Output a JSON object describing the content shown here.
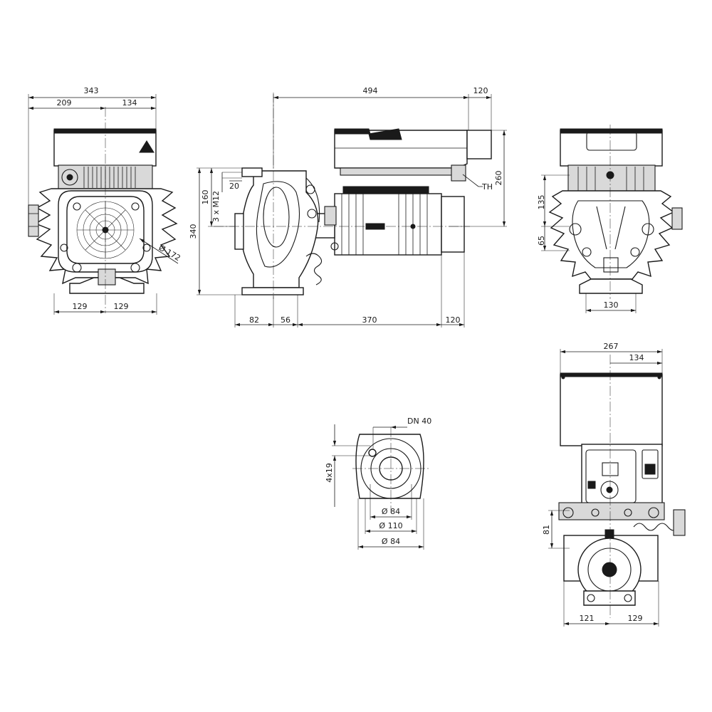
{
  "dimensions": {
    "front": {
      "total_width": "343",
      "left_width": "209",
      "right_width": "134",
      "base_left": "129",
      "base_right": "129",
      "diameter": "Ø 172"
    },
    "side": {
      "top_length": "494",
      "top_right": "120",
      "height_total": "340",
      "height_upper": "160",
      "thread": "3 x M12",
      "small_dim": "20",
      "module_height": "260",
      "th_label": "TH",
      "bottom_a": "82",
      "bottom_b": "56",
      "bottom_c": "370",
      "bottom_d": "120"
    },
    "rear": {
      "upper_height": "135",
      "lower_height": "65",
      "base_width": "130"
    },
    "flange": {
      "nominal": "DN 40",
      "holes": "4x19",
      "d_inner": "Ø 84",
      "d_bolt": "Ø 110",
      "d_outer": "Ø 84"
    },
    "top": {
      "total_width": "267",
      "right_width": "134",
      "height": "81",
      "base_left": "121",
      "base_right": "129"
    }
  }
}
